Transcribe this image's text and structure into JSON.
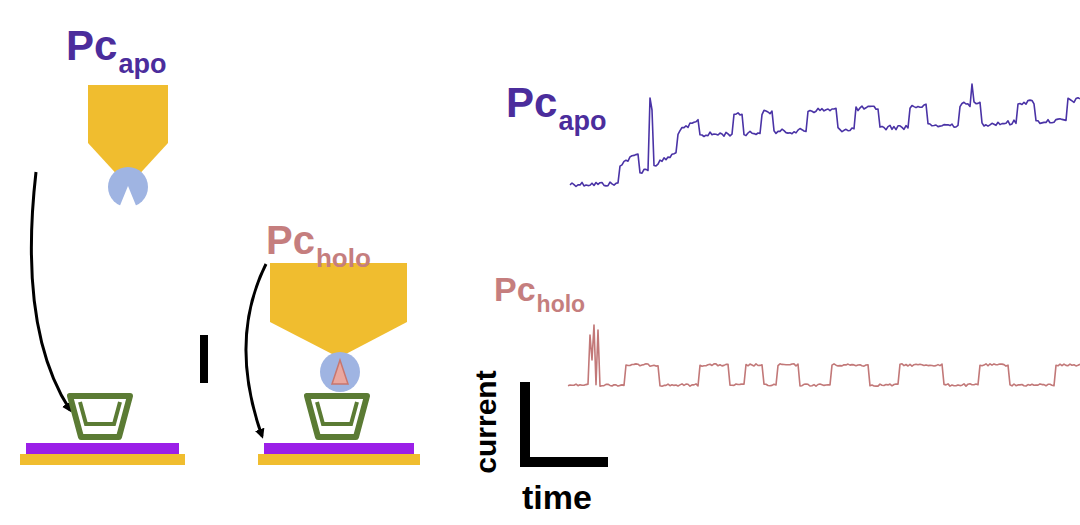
{
  "diagram": {
    "labels": [
      "Pc",
      "apo",
      "Pc",
      "holo",
      "Pc",
      "apo",
      "Pc",
      "holo",
      "current",
      "time"
    ]
  }
}
